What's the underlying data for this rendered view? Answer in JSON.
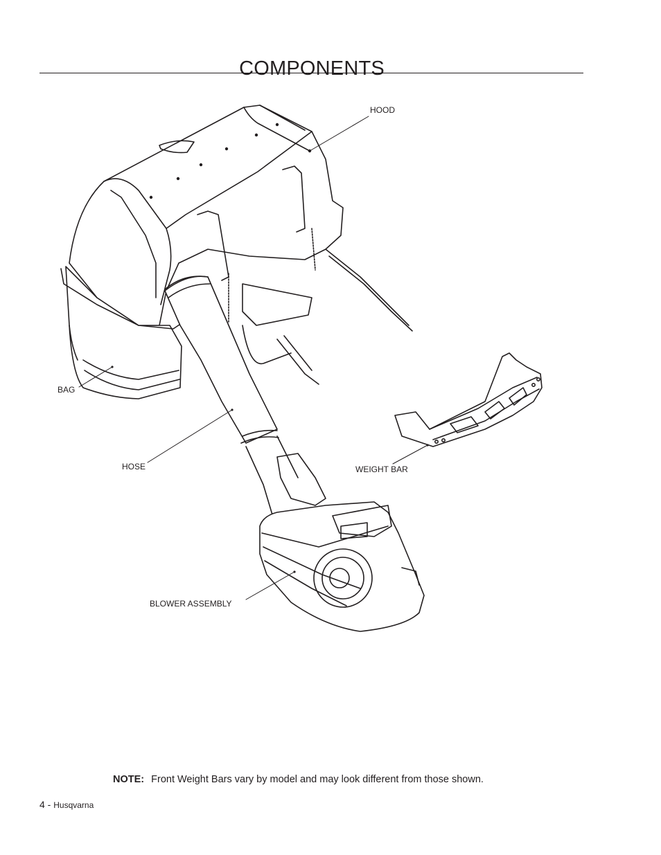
{
  "header": {
    "title": "COMPONENTS"
  },
  "callouts": {
    "hood": "HOOD",
    "bag": "BAG",
    "hose": "HOSE",
    "weight_bar": "WEIGHT BAR",
    "blower_assembly": "BLOWER ASSEMBLY"
  },
  "note": {
    "label": "NOTE:",
    "text": "Front Weight Bars vary by model and may look different from those shown."
  },
  "footer": {
    "page_number": "4 -",
    "brand": "Husqvarna"
  }
}
